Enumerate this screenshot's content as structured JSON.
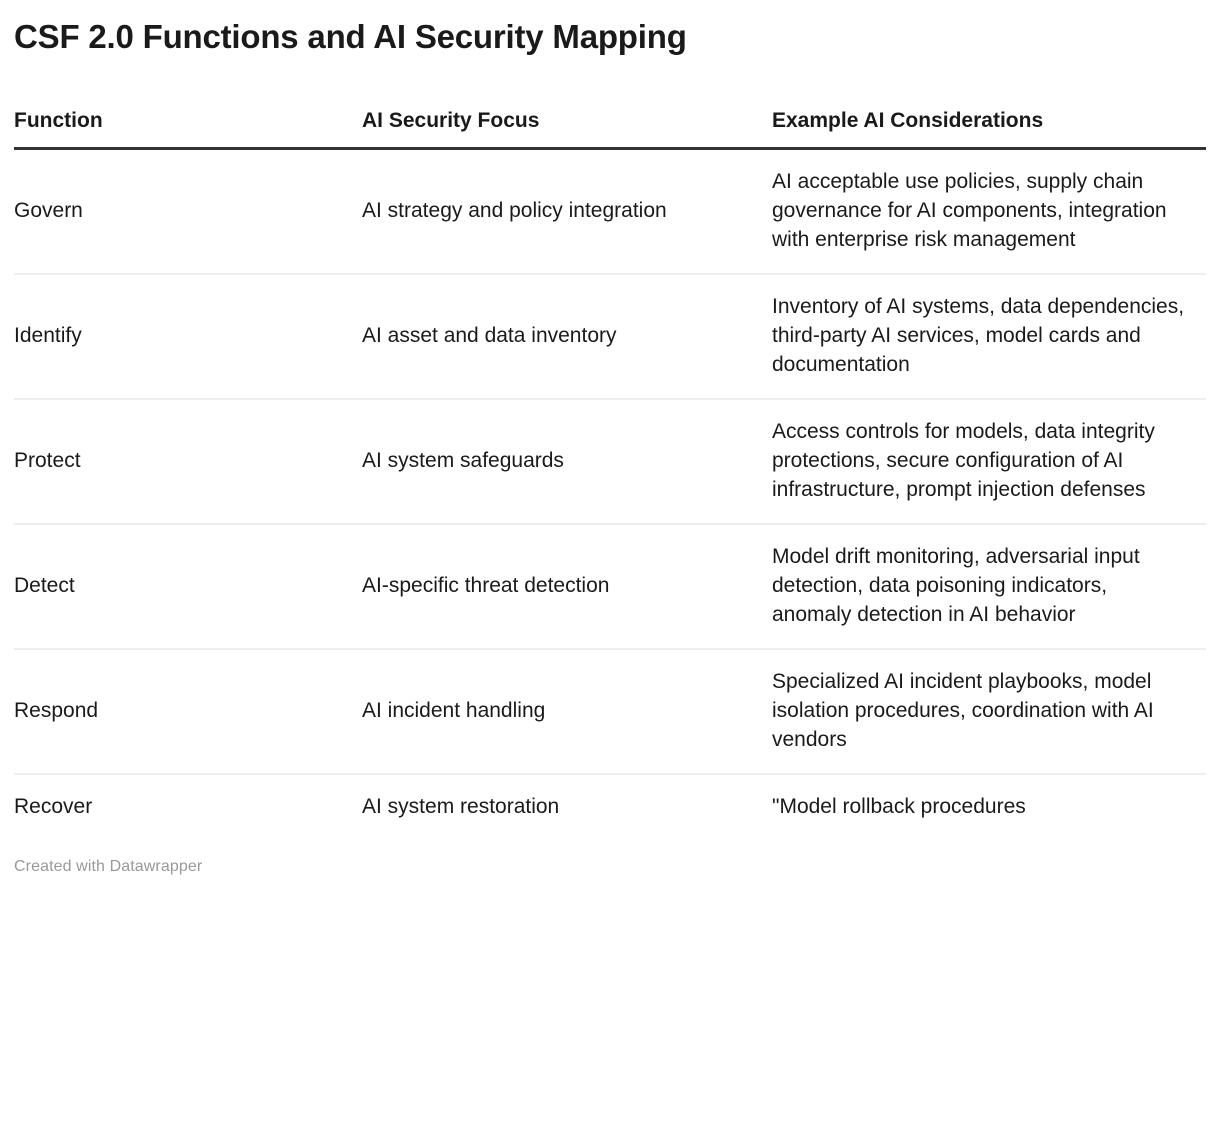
{
  "title": "CSF 2.0 Functions and AI Security Mapping",
  "footer": {
    "credit": "Created with Datawrapper"
  },
  "colors": {
    "text": "#1a1a1a",
    "header_rule": "#333333",
    "row_rule": "#eeeeee",
    "footer_text": "#999999",
    "background": "#ffffff"
  },
  "chart_data": {
    "type": "table",
    "title": "CSF 2.0 Functions and AI Security Mapping",
    "columns": [
      "Function",
      "AI Security Focus",
      "Example AI Considerations"
    ],
    "rows": [
      {
        "function": "Govern",
        "focus": "AI strategy and policy integration",
        "considerations": "AI acceptable use policies, supply chain governance for AI components, integration with enterprise risk management"
      },
      {
        "function": "Identify",
        "focus": "AI asset and data inventory",
        "considerations": "Inventory of AI systems, data dependencies, third-party AI services, model cards and documentation"
      },
      {
        "function": "Protect",
        "focus": "AI system safeguards",
        "considerations": "Access controls for models, data integrity protections, secure configuration of AI infrastructure, prompt injection defenses"
      },
      {
        "function": "Detect",
        "focus": "AI-specific threat detection",
        "considerations": "Model drift monitoring, adversarial input detection, data poisoning indicators, anomaly detection in AI behavior"
      },
      {
        "function": "Respond",
        "focus": "AI incident handling",
        "considerations": "Specialized AI incident playbooks, model isolation procedures, coordination with AI vendors"
      },
      {
        "function": "Recover",
        "focus": "AI system restoration",
        "considerations": "\"Model rollback procedures"
      }
    ]
  }
}
